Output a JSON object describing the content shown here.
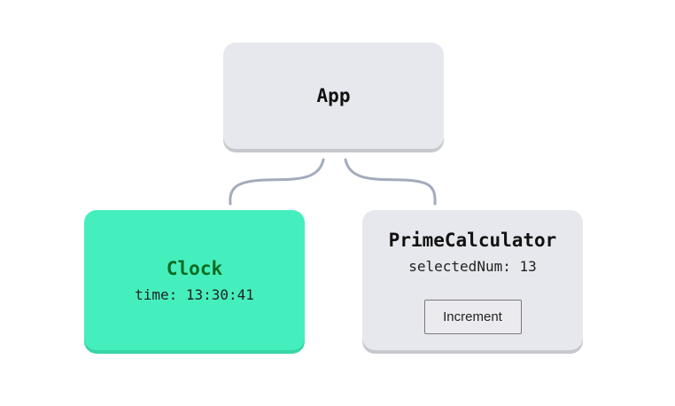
{
  "colors": {
    "gray_node": "#e7e8ed",
    "green_node": "#45efbd",
    "green_text": "#0a6b1f",
    "edge": "#a3abbc"
  },
  "nodes": {
    "app": {
      "title": "App"
    },
    "clock": {
      "title": "Clock",
      "detail": "time: 13:30:41"
    },
    "prime": {
      "title": "PrimeCalculator",
      "detail": "selectedNum: 13",
      "button": "Increment"
    }
  }
}
